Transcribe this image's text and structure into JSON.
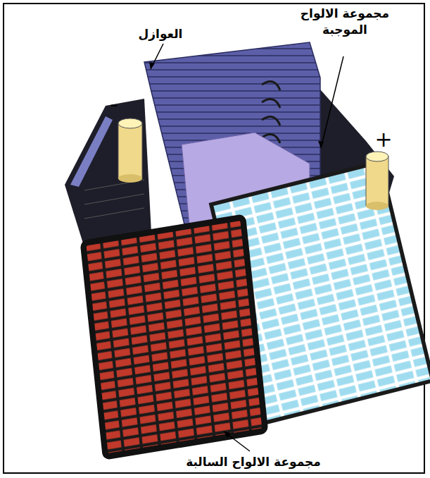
{
  "diagram": {
    "labels": [
      "العوازل",
      "مجموعة الالواح الموجبة",
      "مجموعة الالواح السالبة",
      "-",
      "+"
    ]
  }
}
